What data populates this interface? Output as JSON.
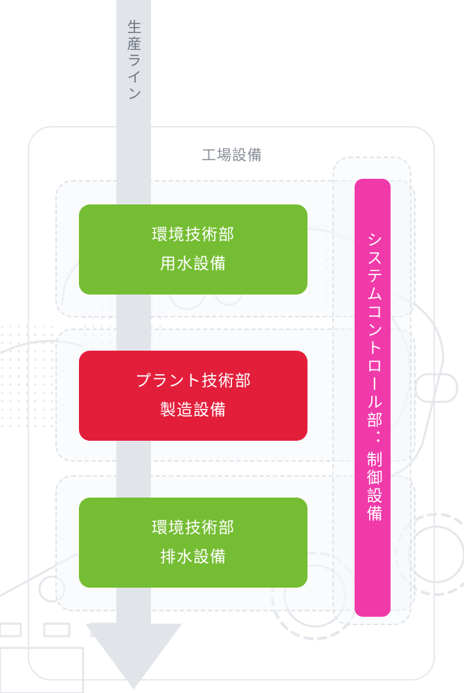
{
  "production_line": {
    "label": "生産ライン"
  },
  "frame": {
    "title": "工場設備"
  },
  "boxes": [
    {
      "line1": "環境技術部",
      "line2": "用水設備"
    },
    {
      "line1": "プラント技術部",
      "line2": "製造設備"
    },
    {
      "line1": "環境技術部",
      "line2": "排水設備"
    }
  ],
  "system": {
    "dept": "システムコントロール部",
    "separator": "：",
    "equipment": "制御設備"
  },
  "colors": {
    "green": "#75bd33",
    "red": "#e31e3b",
    "magenta": "#f03aa9",
    "gray": "#e1e5ea"
  }
}
